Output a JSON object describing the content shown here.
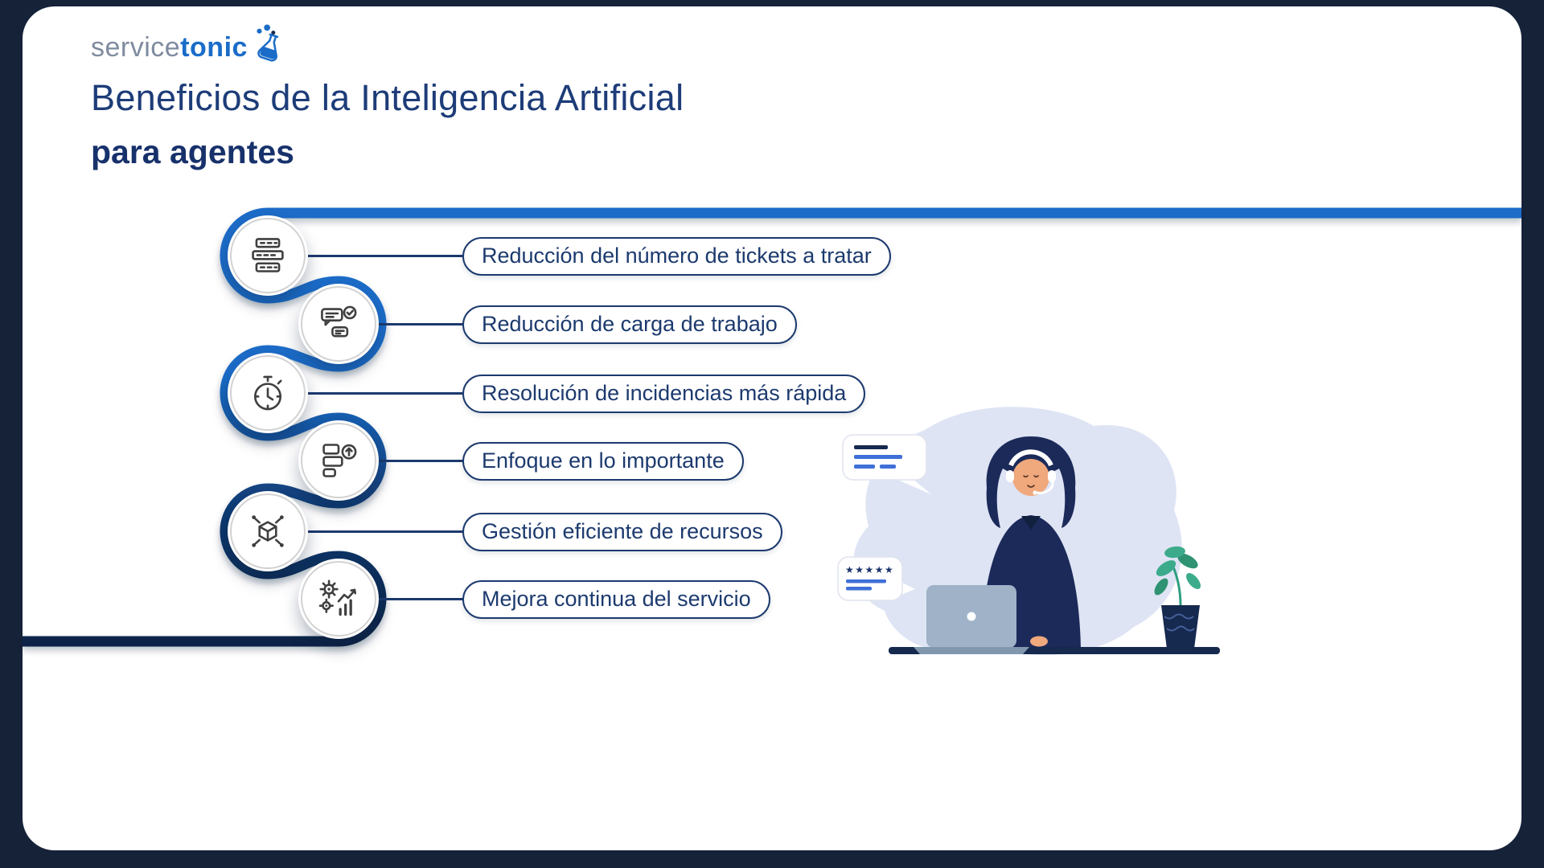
{
  "page": {
    "background": "#152238",
    "card_background": "#ffffff"
  },
  "logo": {
    "brand_part1": "service",
    "brand_part2": "tonic"
  },
  "header": {
    "title_line1": "Beneficios de la Inteligencia Artificial",
    "title_line2": "para agentes"
  },
  "benefits": [
    {
      "label": "Reducción del número de tickets a tratar",
      "icon": "tickets-queue-icon"
    },
    {
      "label": "Reducción de carga de trabajo",
      "icon": "chat-check-icon"
    },
    {
      "label": "Resolución de incidencias más rápida",
      "icon": "stopwatch-icon"
    },
    {
      "label": "Enfoque en lo importante",
      "icon": "priority-tasks-icon"
    },
    {
      "label": "Gestión eficiente de recursos",
      "icon": "resource-cube-icon"
    },
    {
      "label": "Mejora continua del servicio",
      "icon": "gears-growth-icon"
    }
  ],
  "illustration": {
    "rating_stars": "★★★★★"
  },
  "colors": {
    "accent_blue": "#1a6cc8",
    "dark_navy": "#16294e",
    "title_navy": "#1d3c78",
    "pill_border": "#1c3a6e",
    "blob": "#dee4f4",
    "plant_green": "#3cab8b"
  }
}
